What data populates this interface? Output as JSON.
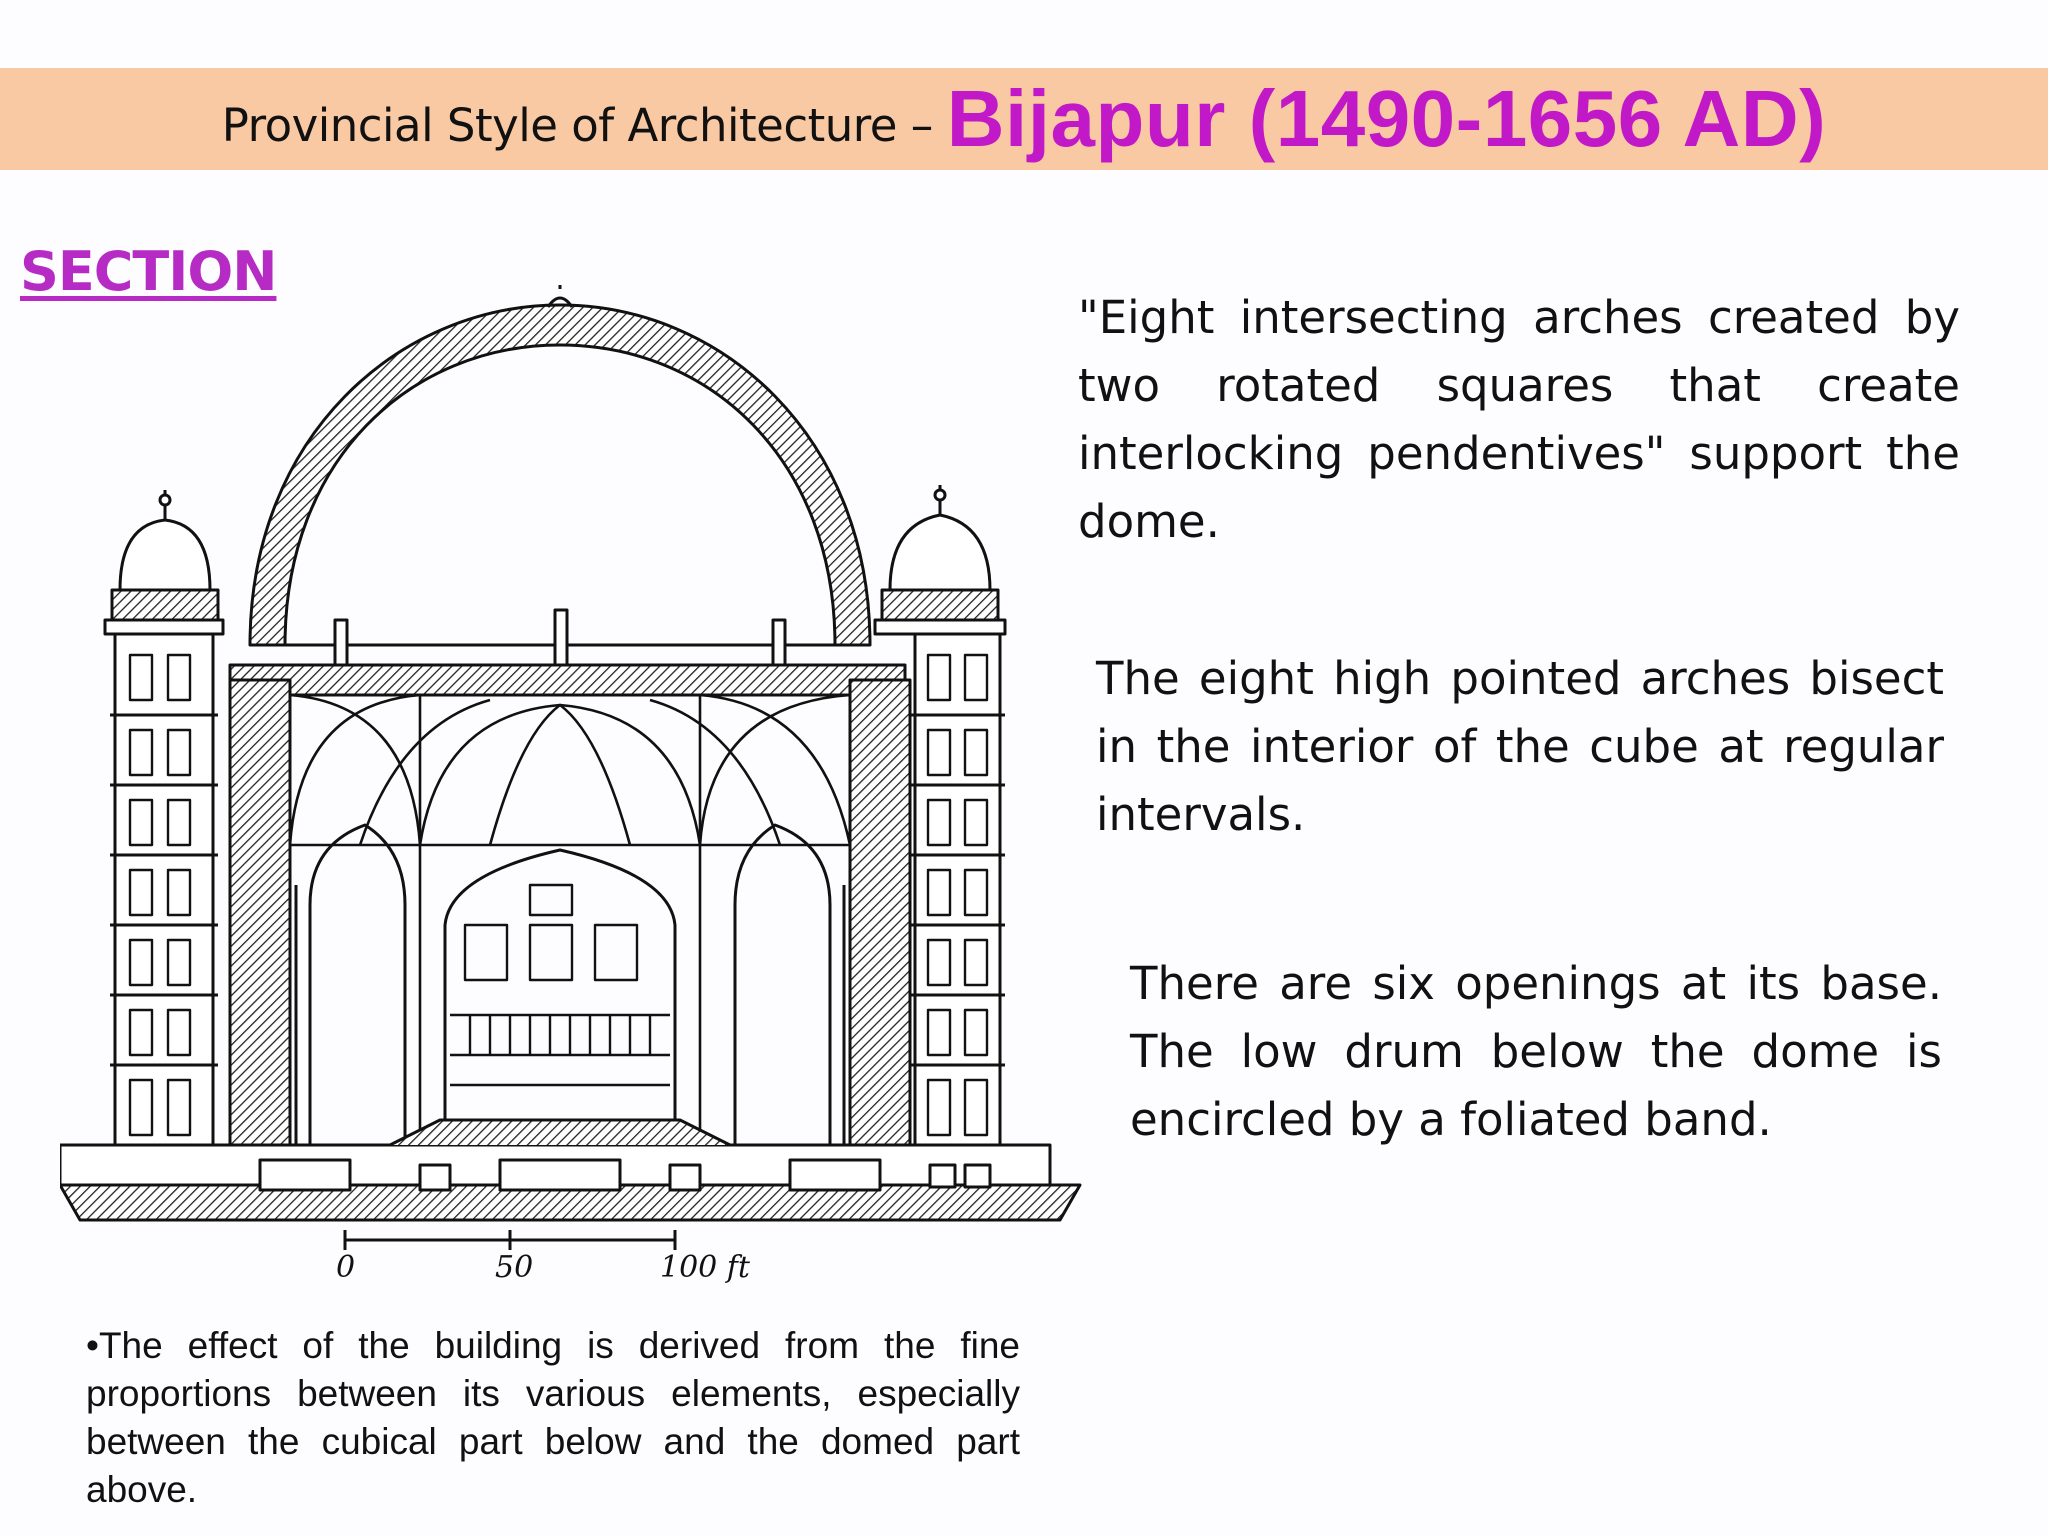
{
  "header": {
    "title_prefix": "Provincial Style of Architecture –",
    "title_main": "Bijapur (1490-1656 AD)",
    "band_color": "#f9c9a4",
    "accent_color": "#c219c8"
  },
  "section_heading": "SECTION",
  "drawing": {
    "scale_labels": [
      "0",
      "50",
      "100 ft"
    ]
  },
  "paragraphs": [
    "\"Eight intersecting arches created by two rotated squares that create interlocking pendentives\" support the dome.",
    "The eight high pointed arches bisect in the interior of the cube at regular intervals.",
    "There are six openings at its base. The low drum below the dome is encircled by a foliated band."
  ],
  "bullet_note": "•The effect of the building is derived from the fine proportions between its various elements, especially between the cubical part below and the domed part above."
}
